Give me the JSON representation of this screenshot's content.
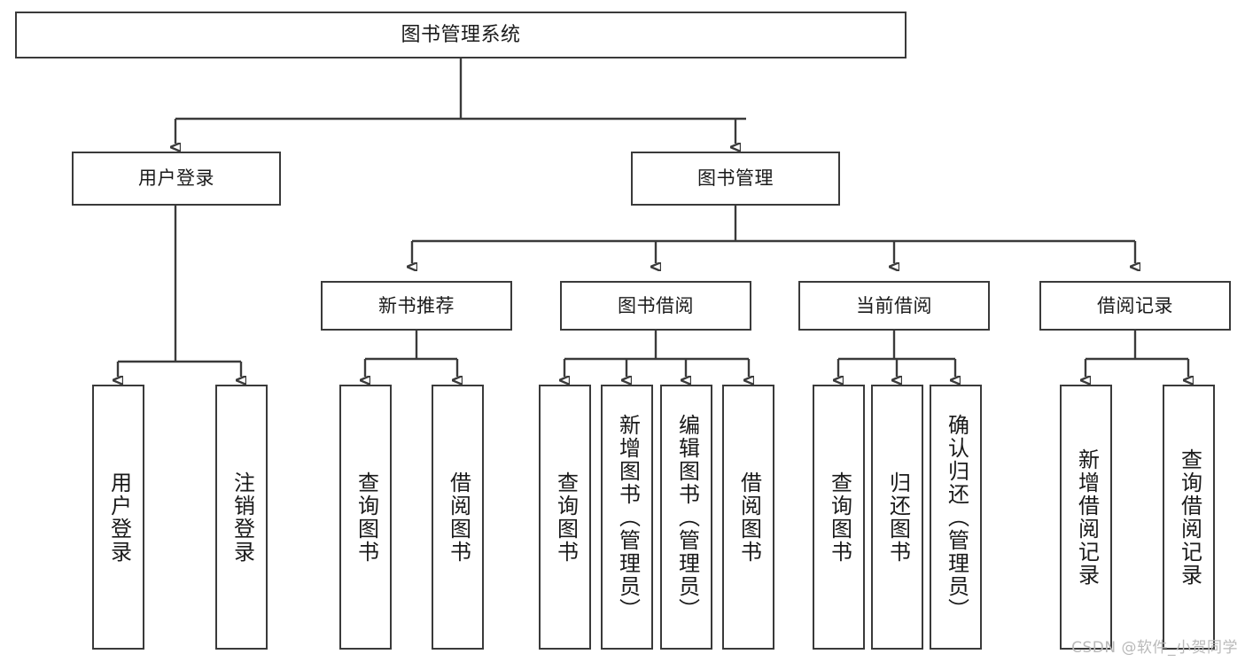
{
  "diagram": {
    "title": "图书管理系统",
    "watermark": "CSDN @软件_小贺同学",
    "nodes": {
      "root": {
        "label": "图书管理系统"
      },
      "level2": [
        {
          "label": "用户登录"
        },
        {
          "label": "图书管理"
        }
      ],
      "level3": [
        {
          "label": "新书推荐"
        },
        {
          "label": "图书借阅"
        },
        {
          "label": "当前借阅"
        },
        {
          "label": "借阅记录"
        }
      ],
      "leaves_user_login": [
        {
          "label": "用户登录"
        },
        {
          "label": "注销登录"
        }
      ],
      "leaves_new_book": [
        {
          "label": "查询图书"
        },
        {
          "label": "借阅图书"
        }
      ],
      "leaves_borrow": [
        {
          "label": "查询图书"
        },
        {
          "label": "新增图书（管理员）"
        },
        {
          "label": "编辑图书（管理员）"
        },
        {
          "label": "借阅图书"
        }
      ],
      "leaves_current": [
        {
          "label": "查询图书"
        },
        {
          "label": "归还图书"
        },
        {
          "label": "确认归还（管理员）"
        }
      ],
      "leaves_records": [
        {
          "label": "新增借阅记录"
        },
        {
          "label": "查询借阅记录"
        }
      ]
    }
  }
}
